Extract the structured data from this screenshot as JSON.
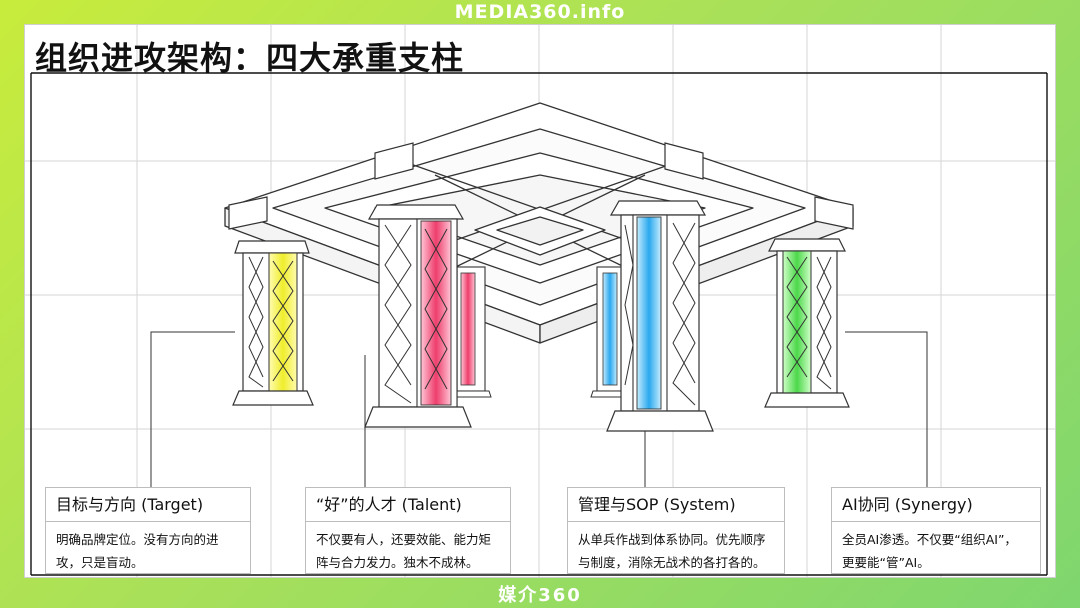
{
  "brand": {
    "top": "MEDIA360.info",
    "bottom": "媒介360"
  },
  "title": "组织进攻架构：四大承重支柱",
  "pillar_colors": {
    "target": "#f2f23a",
    "talent": "#f0507a",
    "system": "#3cb4f0",
    "synergy": "#5ee05a"
  },
  "pillars": [
    {
      "heading": "目标与方向 (Target)",
      "body": [
        "明确品牌定位。没有方向的进",
        "攻，只是盲动。"
      ]
    },
    {
      "heading": "“好”的人才 (Talent)",
      "body": [
        "不仅要有人，还要效能、能力矩",
        "阵与合力发力。独木不成林。"
      ]
    },
    {
      "heading": "管理与SOP (System)",
      "body": [
        "从单兵作战到体系协同。优先顺序",
        "与制度，消除无战术的各打各的。"
      ]
    },
    {
      "heading": "AI协同 (Synergy)",
      "body": [
        "全员AI渗透。不仅要“组织AI”，",
        "更要能“管”AI。"
      ]
    }
  ]
}
